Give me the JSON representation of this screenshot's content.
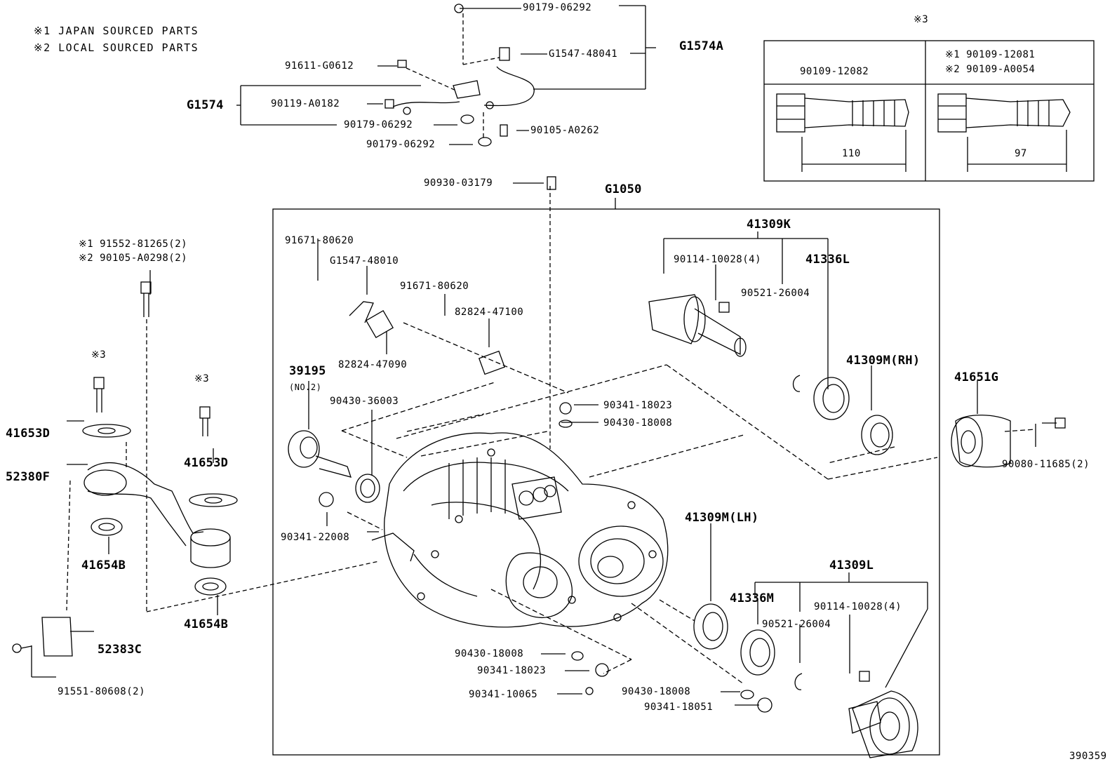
{
  "notes": {
    "note1": "※1 JAPAN SOURCED PARTS",
    "note2": "※2 LOCAL SOURCED PARTS"
  },
  "groups": {
    "g1574a": "G1574A",
    "g1574": "G1574",
    "g1050": "G1050",
    "p41309k": "41309K",
    "p41309l": "41309L"
  },
  "harness": {
    "p1": "90179-06292",
    "p2": "G1547-48041",
    "p3": "91611-G0612",
    "p4": "90119-A0182",
    "p5": "90179-06292",
    "p6": "90105-A0262",
    "p7": "90179-06292",
    "p8": "90930-03179"
  },
  "mount": {
    "bolt_j": "※1 91552-81265(2)",
    "bolt_l": "※2 90105-A0298(2)",
    "m3a": "※3",
    "m3b": "※3",
    "p41653d_a": "41653D",
    "p41653d_b": "41653D",
    "p52380f": "52380F",
    "p41654b_a": "41654B",
    "p41654b_b": "41654B",
    "p52383c": "52383C",
    "p91551": "91551-80608(2)"
  },
  "case": {
    "p91671a": "91671-80620",
    "pg1547": "G1547-48010",
    "p91671b": "91671-80620",
    "p82824a": "82824-47100",
    "p82824b": "82824-47090",
    "p39195": "39195",
    "p39195sub": "(NO.2)",
    "p90430a": "90430-36003",
    "p90341a": "90341-18023",
    "p90430b": "90430-18008",
    "p90341b": "90341-22008",
    "p90114a": "90114-10028(4)",
    "p41336l": "41336L",
    "p90521a": "90521-26004",
    "p41309mrh": "41309M(RH)",
    "p41651g": "41651G",
    "p90080": "90080-11685(2)",
    "p41309mlh": "41309M(LH)",
    "p41336m": "41336M",
    "p90114b": "90114-10028(4)",
    "p90521b": "90521-26004",
    "p90430c": "90430-18008",
    "p90341c": "90341-18023",
    "p90341d": "90341-10065",
    "p90430d": "90430-18008",
    "p90341e": "90341-18051"
  },
  "bolt_table": {
    "mark": "※3",
    "col1_head": "90109-12082",
    "col2_head1": "※1 90109-12081",
    "col2_head2": "※2 90109-A0054",
    "len1": "110",
    "len2": "97"
  },
  "figure_number": "390359"
}
